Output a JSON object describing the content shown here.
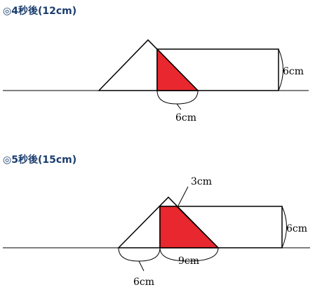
{
  "colors": {
    "heading": "#1a3d6e",
    "stroke": "#000000",
    "fill_red": "#e8282e",
    "background": "#ffffff"
  },
  "panels": [
    {
      "title": "◎4秒後(12cm)",
      "labels": {
        "height": "6cm",
        "base": "6cm"
      }
    },
    {
      "title": "◎5秒後(15cm)",
      "labels": {
        "top": "3cm",
        "height": "6cm",
        "overlap": "9cm",
        "left": "6cm"
      }
    }
  ]
}
